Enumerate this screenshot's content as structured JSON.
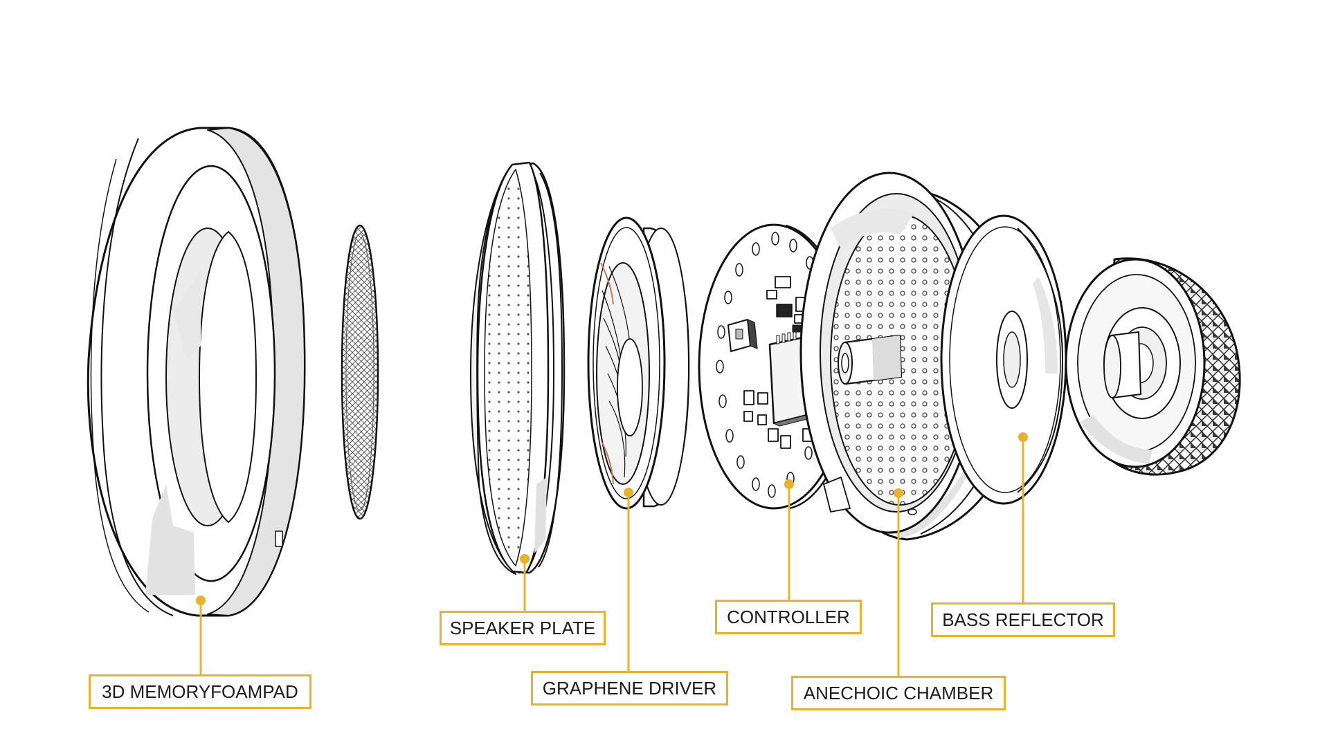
{
  "colors": {
    "accent": "#e8b22a",
    "outline": "#111111",
    "shade": "#dedede",
    "background": "#ffffff"
  },
  "labels": {
    "foam_pad": "3D MEMORYFOAMPAD",
    "speaker_plate": "SPEAKER PLATE",
    "graphene_driver": "GRAPHENE DRIVER",
    "controller": "CONTROLLER",
    "anechoic_chamber": "ANECHOIC CHAMBER",
    "bass_reflector": "BASS REFLECTOR"
  }
}
